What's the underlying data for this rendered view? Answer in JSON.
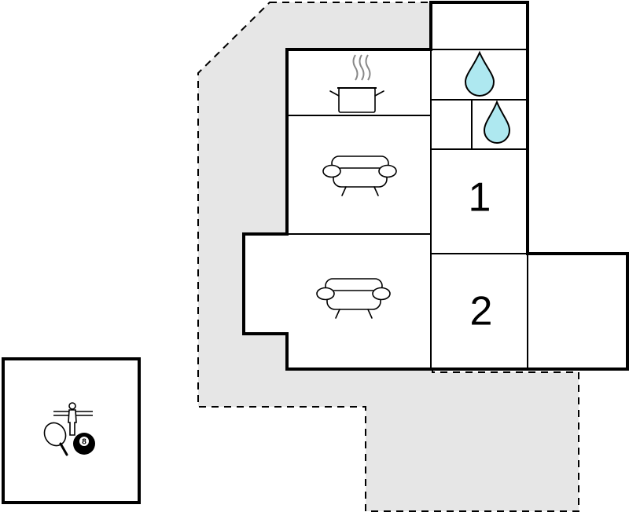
{
  "colors": {
    "terrace": "#e6e6e6",
    "water": "#aee8f0",
    "wall": "#000000",
    "steam": "#888888"
  },
  "rooms": [
    {
      "id": "kitchen",
      "icon": "cooking-pot-icon"
    },
    {
      "id": "living-upper",
      "icon": "sofa-icon"
    },
    {
      "id": "living-lower",
      "icon": "sofa-icon"
    },
    {
      "id": "bathroom-1",
      "icon": "water-drop-icon"
    },
    {
      "id": "bathroom-2",
      "icon": "water-drop-icon"
    },
    {
      "id": "bedroom-1",
      "label": "1"
    },
    {
      "id": "bedroom-2",
      "label": "2"
    },
    {
      "id": "annex",
      "icons": [
        "table-tennis-icon",
        "foosball-icon",
        "billiard-ball-icon"
      ],
      "ball_label": "8"
    }
  ],
  "labels": {
    "bedroom_1": "1",
    "bedroom_2": "2",
    "billiard_ball": "8"
  }
}
